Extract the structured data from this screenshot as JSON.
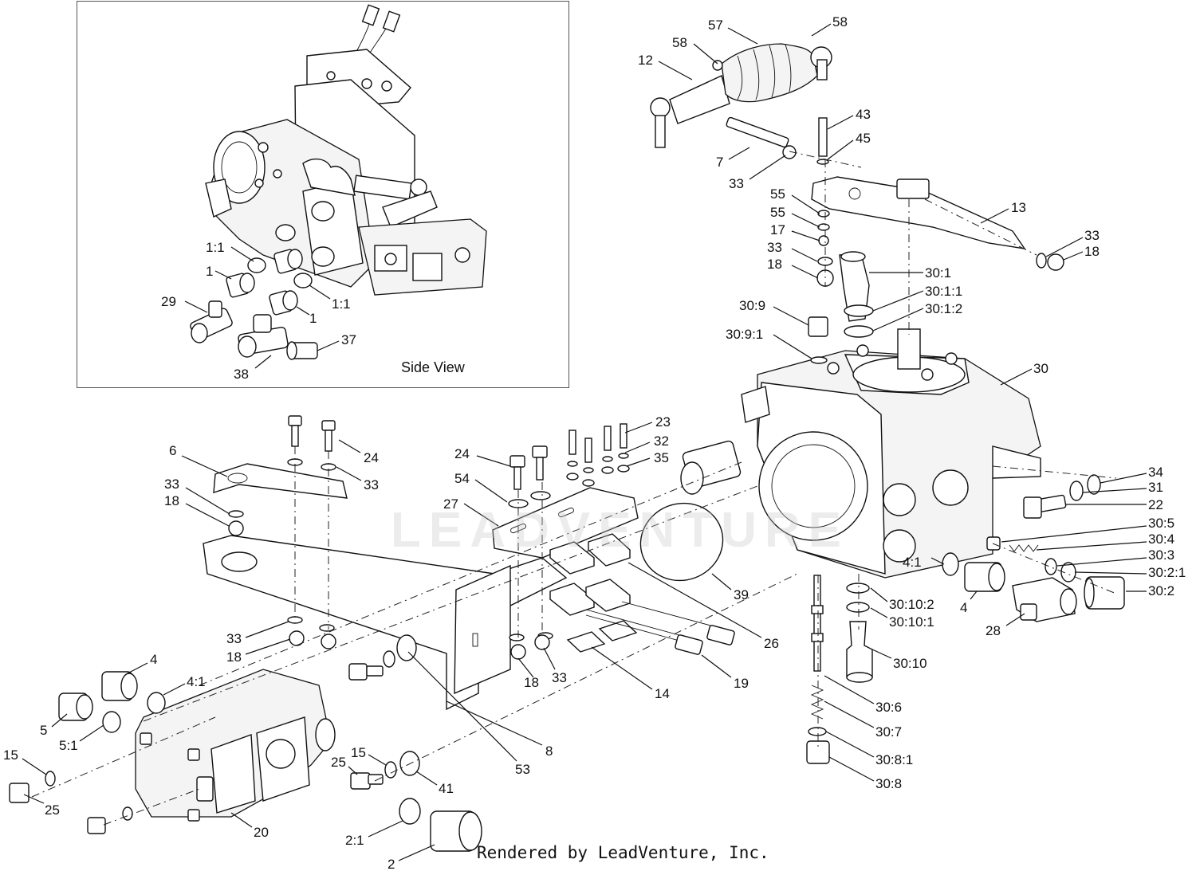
{
  "inset": {
    "caption": "Side View"
  },
  "watermark": "LEADVENTURE",
  "footer": "Rendered by LeadVenture, Inc.",
  "callouts": [
    {
      "id": "c57",
      "text": "57"
    },
    {
      "id": "c58a",
      "text": "58"
    },
    {
      "id": "c58b",
      "text": "58"
    },
    {
      "id": "c12",
      "text": "12"
    },
    {
      "id": "c43",
      "text": "43"
    },
    {
      "id": "c45",
      "text": "45"
    },
    {
      "id": "c7",
      "text": "7"
    },
    {
      "id": "c33a",
      "text": "33"
    },
    {
      "id": "c55a",
      "text": "55"
    },
    {
      "id": "c55b",
      "text": "55"
    },
    {
      "id": "c17",
      "text": "17"
    },
    {
      "id": "c33b",
      "text": "33"
    },
    {
      "id": "c18a",
      "text": "18"
    },
    {
      "id": "c13",
      "text": "13"
    },
    {
      "id": "c33c",
      "text": "33"
    },
    {
      "id": "c18b",
      "text": "18"
    },
    {
      "id": "c30_1",
      "text": "30:1"
    },
    {
      "id": "c30_1_1",
      "text": "30:1:1"
    },
    {
      "id": "c30_1_2",
      "text": "30:1:2"
    },
    {
      "id": "c30_9",
      "text": "30:9"
    },
    {
      "id": "c30_9_1",
      "text": "30:9:1"
    },
    {
      "id": "c30",
      "text": "30"
    },
    {
      "id": "c1_1a",
      "text": "1:1"
    },
    {
      "id": "c1a",
      "text": "1"
    },
    {
      "id": "c1_1b",
      "text": "1:1"
    },
    {
      "id": "c29",
      "text": "29"
    },
    {
      "id": "c1b",
      "text": "1"
    },
    {
      "id": "c37",
      "text": "37"
    },
    {
      "id": "c38",
      "text": "38"
    },
    {
      "id": "c23",
      "text": "23"
    },
    {
      "id": "c32",
      "text": "32"
    },
    {
      "id": "c35",
      "text": "35"
    },
    {
      "id": "c24a",
      "text": "24"
    },
    {
      "id": "c54",
      "text": "54"
    },
    {
      "id": "c27",
      "text": "27"
    },
    {
      "id": "c6",
      "text": "6"
    },
    {
      "id": "c24b",
      "text": "24"
    },
    {
      "id": "c33d",
      "text": "33"
    },
    {
      "id": "c33e",
      "text": "33"
    },
    {
      "id": "c18c",
      "text": "18"
    },
    {
      "id": "c34",
      "text": "34"
    },
    {
      "id": "c31",
      "text": "31"
    },
    {
      "id": "c22",
      "text": "22"
    },
    {
      "id": "c30_5",
      "text": "30:5"
    },
    {
      "id": "c30_4",
      "text": "30:4"
    },
    {
      "id": "c30_3",
      "text": "30:3"
    },
    {
      "id": "c30_2_1",
      "text": "30:2:1"
    },
    {
      "id": "c30_2",
      "text": "30:2"
    },
    {
      "id": "c39",
      "text": "39"
    },
    {
      "id": "c4_1a",
      "text": "4:1"
    },
    {
      "id": "c4a",
      "text": "4"
    },
    {
      "id": "c28",
      "text": "28"
    },
    {
      "id": "c30_10_2",
      "text": "30:10:2"
    },
    {
      "id": "c30_10_1",
      "text": "30:10:1"
    },
    {
      "id": "c30_10",
      "text": "30:10"
    },
    {
      "id": "c26",
      "text": "26"
    },
    {
      "id": "c33f",
      "text": "33"
    },
    {
      "id": "c18d",
      "text": "18"
    },
    {
      "id": "c4b",
      "text": "4"
    },
    {
      "id": "c4_1b",
      "text": "4:1"
    },
    {
      "id": "c18e",
      "text": "18"
    },
    {
      "id": "c33g",
      "text": "33"
    },
    {
      "id": "c14",
      "text": "14"
    },
    {
      "id": "c19",
      "text": "19"
    },
    {
      "id": "c5",
      "text": "5"
    },
    {
      "id": "c5_1",
      "text": "5:1"
    },
    {
      "id": "c8",
      "text": "8"
    },
    {
      "id": "c53",
      "text": "53"
    },
    {
      "id": "c30_6",
      "text": "30:6"
    },
    {
      "id": "c30_7",
      "text": "30:7"
    },
    {
      "id": "c30_8_1",
      "text": "30:8:1"
    },
    {
      "id": "c30_8",
      "text": "30:8"
    },
    {
      "id": "c15a",
      "text": "15"
    },
    {
      "id": "c25a",
      "text": "25"
    },
    {
      "id": "c15b",
      "text": "15"
    },
    {
      "id": "c25b",
      "text": "25"
    },
    {
      "id": "c41",
      "text": "41"
    },
    {
      "id": "c20",
      "text": "20"
    },
    {
      "id": "c2_1",
      "text": "2:1"
    },
    {
      "id": "c2",
      "text": "2"
    }
  ]
}
